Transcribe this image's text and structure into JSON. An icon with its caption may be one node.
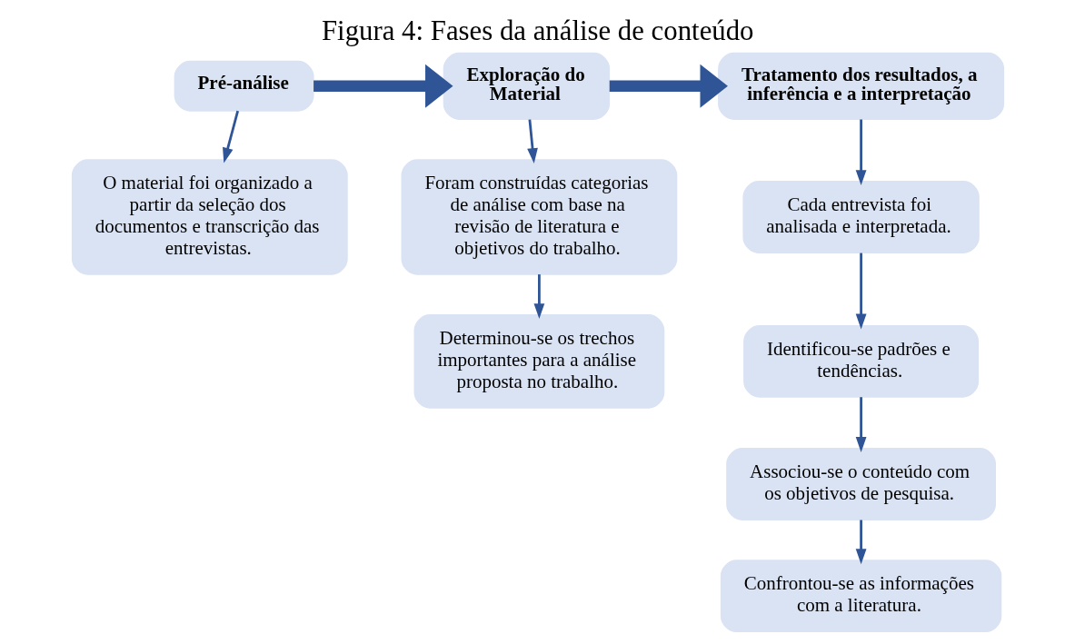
{
  "diagram": {
    "title": "Figura 4: Fases da análise de conteúdo",
    "nodes": [
      {
        "text": [
          "Pré-análise"
        ]
      },
      {
        "text": [
          "Exploração do Material"
        ]
      },
      {
        "text": [
          "Tratamento dos resultados, a inferência e a interpretação"
        ]
      },
      {
        "text": [
          "O material foi organizado a partir da seleção dos documentos e transcrição das entrevistas."
        ]
      },
      {
        "text": [
          "Foram construídas categorias de análise com base na revisão de literatura e objetivos do trabalho."
        ]
      },
      {
        "text": [
          "Determinou-se os trechos importantes para a análise proposta no trabalho."
        ]
      },
      {
        "text": [
          "Cada entrevista foi analisada e interpretada."
        ]
      },
      {
        "text": [
          "Identificou-se padrões e tendências."
        ]
      },
      {
        "text": [
          "Associou-se o conteúdo com os objetivos de pesquisa."
        ]
      },
      {
        "text": [
          "Confrontou-se as informações com a literatura."
        ]
      }
    ],
    "edges": [
      {
        "from": 0,
        "to": 1,
        "arrow": "to",
        "style": "thick"
      },
      {
        "from": 1,
        "to": 2,
        "arrow": "to",
        "style": "thick"
      },
      {
        "from": 0,
        "to": 3,
        "arrow": "to"
      },
      {
        "from": 1,
        "to": 4,
        "arrow": "to"
      },
      {
        "from": 4,
        "to": 5,
        "arrow": "to"
      },
      {
        "from": 2,
        "to": 6,
        "arrow": "to"
      },
      {
        "from": 6,
        "to": 7,
        "arrow": "to"
      },
      {
        "from": 7,
        "to": 8,
        "arrow": "to"
      },
      {
        "from": 8,
        "to": 9,
        "arrow": "to"
      }
    ]
  }
}
